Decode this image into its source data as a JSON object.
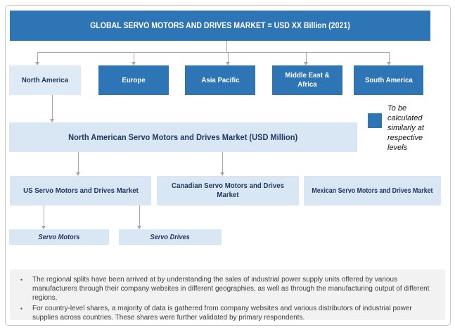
{
  "banner": {
    "title": "GLOBAL SERVO MOTORS AND DRIVES MARKET = USD XX Billion (2021)"
  },
  "regions": [
    {
      "label": "North America",
      "variant": "light"
    },
    {
      "label": "Europe",
      "variant": "dark"
    },
    {
      "label": "Asia Pacific",
      "variant": "dark"
    },
    {
      "label": "Middle East  & Africa",
      "variant": "dark"
    },
    {
      "label": "South America",
      "variant": "dark"
    }
  ],
  "legend": {
    "note": "To be calculated similarly at respective levels"
  },
  "level2": {
    "label": "North American Servo Motors and  Drives Market (USD Million)"
  },
  "level3": [
    {
      "label": "US Servo Motors and  Drives Market"
    },
    {
      "label": "Canadian Servo Motors and  Drives Market"
    },
    {
      "label": "Mexican Servo Motors and  Drives Market"
    }
  ],
  "level4": [
    {
      "label": "Servo Motors"
    },
    {
      "label": "Servo Drives"
    }
  ],
  "footnotes": [
    "The regional splits have been arrived at by understanding the sales of industrial power supply units offered by various manufacturers through their company websites in different geographies, as well as through the manufacturing output of different regions.",
    "For country-level shares, a majority of data is gathered from company websites and various distributors of industrial power supplies across countries. These shares were further validated by primary respondents."
  ],
  "ui": {
    "bullet_glyph": "▪"
  },
  "colors": {
    "dark_blue": "#2E75B6",
    "light_blue": "#DEEAF6",
    "navy_text": "#1F3864",
    "arrow_gray": "#A6A6A6",
    "footer_bg": "#F2F2F2",
    "border_gray": "#C9C9C9"
  }
}
